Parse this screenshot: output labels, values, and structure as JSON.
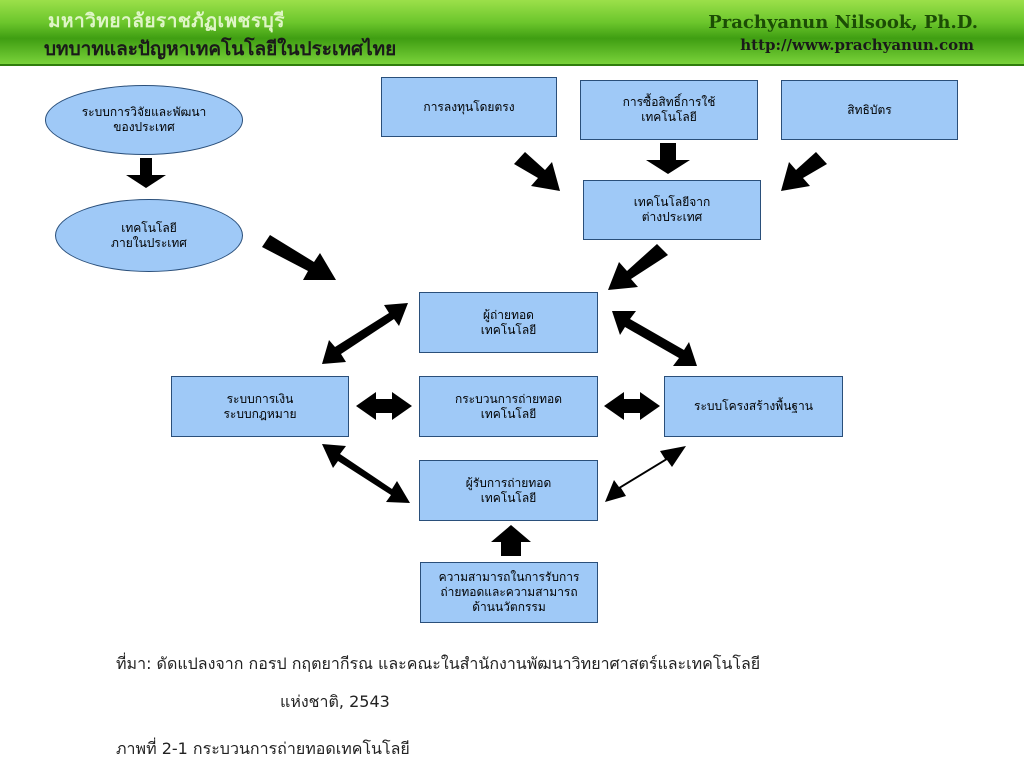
{
  "header": {
    "university": "มหาวิทยาลัยราชภัฏเพชรบุรี",
    "course_title": "บทบาทและปัญหาเทคโนโลยีในประเทศไทย",
    "author": "Prachyanun Nilsook, Ph.D.",
    "website": "http://www.prachyanun.com"
  },
  "diagram": {
    "national_rnd": "ระบบการวิจัยและพัฒนา\nของประเทศ",
    "domestic_tech": "เทคโนโลยี\nภายในประเทศ",
    "direct_investment": "การลงทุนโดยตรง",
    "tech_license": "การซื้อสิทธิ์การใช้\nเทคโนโลยี",
    "patent": "สิทธิบัตร",
    "foreign_tech": "เทคโนโลยีจาก\nต่างประเทศ",
    "tech_transferor": "ผู้ถ่ายทอด\nเทคโนโลยี",
    "finance_law": "ระบบการเงิน\nระบบกฎหมาย",
    "transfer_process": "กระบวนการถ่ายทอด\nเทคโนโลยี",
    "infrastructure": "ระบบโครงสร้างพื้นฐาน",
    "tech_receiver": "ผู้รับการถ่ายทอด\nเทคโนโลยี",
    "capability": "ความสามารถในการรับการ\nถ่ายทอดและความสามารถ\nด้านนวัตกรรม"
  },
  "footer": {
    "source_line1": "ที่มา: ดัดแปลงจาก กอรป  กฤตยากีรณ และคณะในสำนักงานพัฒนาวิทยาศาสตร์และเทคโนโลยี",
    "source_line2": "แห่งชาติ, 2543",
    "figure_caption": "ภาพที่ 2-1 กระบวนการถ่ายทอดเทคโนโลยี"
  },
  "colors": {
    "box_fill": "#9fc9f7",
    "box_border": "#2a4f7a",
    "banner": "#4caa1a",
    "arrow": "#000000"
  }
}
